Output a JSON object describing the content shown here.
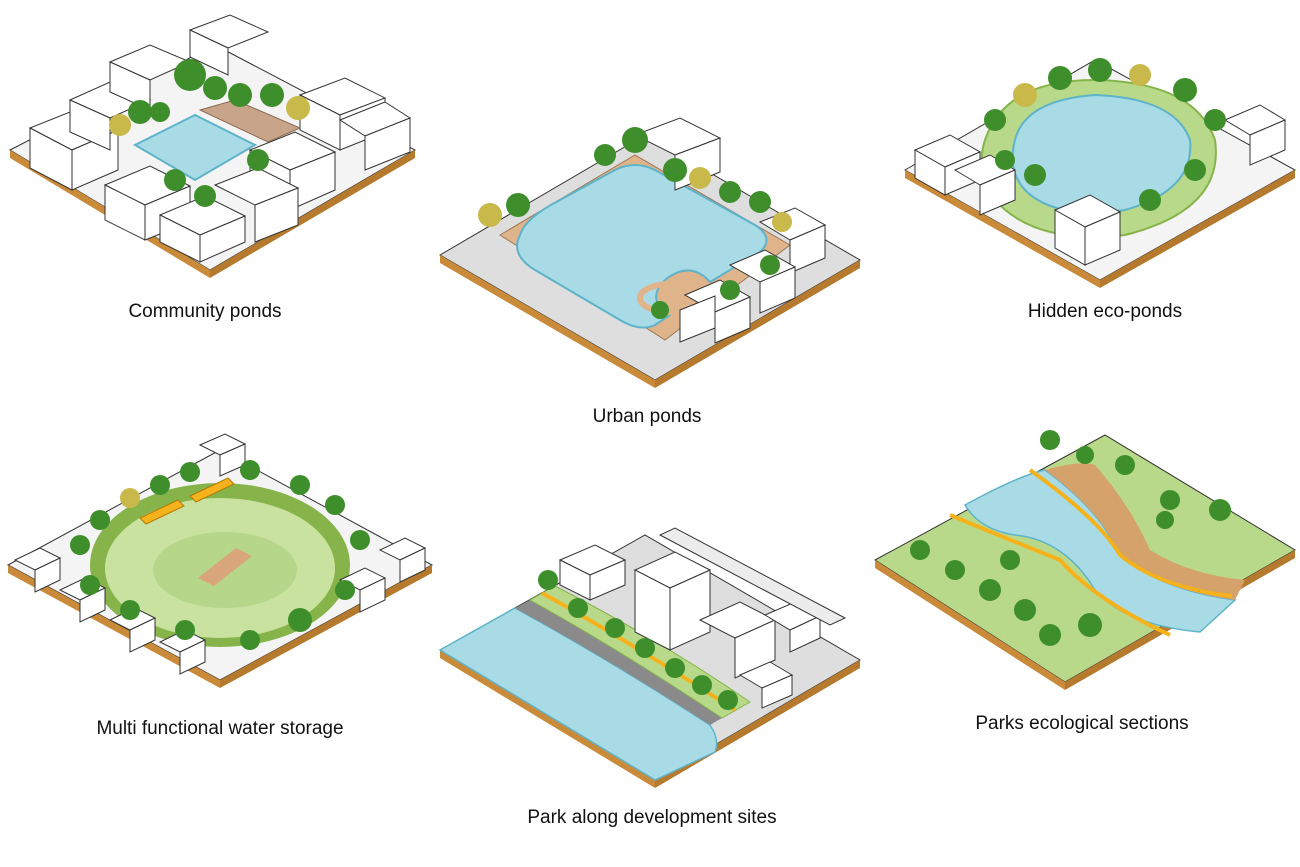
{
  "panels": [
    {
      "id": "community",
      "caption": "Community ponds"
    },
    {
      "id": "urban",
      "caption": "Urban ponds"
    },
    {
      "id": "hidden",
      "caption": "Hidden eco-ponds"
    },
    {
      "id": "multi",
      "caption": "Multi functional water storage"
    },
    {
      "id": "park",
      "caption": "Park along development sites"
    },
    {
      "id": "ecological",
      "caption": "Parks ecological sections"
    }
  ],
  "colors": {
    "water": "#a8dbe6",
    "water_edge": "#5fb3c9",
    "grass": "#b9d98a",
    "grass_dark": "#86b44a",
    "path": "#e0b48a",
    "soil": "#d4a26a",
    "base_edge": "#c98a3a",
    "building": "#ffffff",
    "building_line": "#333333",
    "tree": "#3e8f2c",
    "tree_light": "#c9b84a",
    "accent_yellow": "#f5b21c"
  }
}
